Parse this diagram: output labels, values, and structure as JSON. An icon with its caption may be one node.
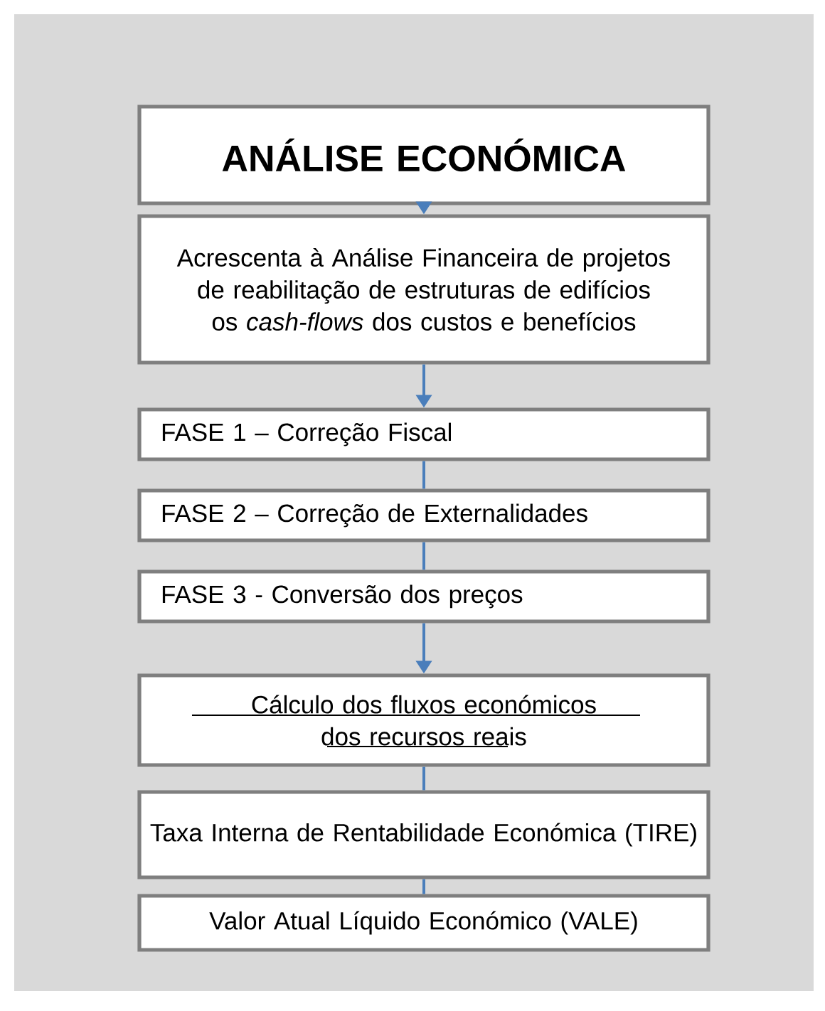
{
  "diagram": {
    "nodes": [
      {
        "text": [
          "ANÁLISE  ECONÓMICA"
        ]
      },
      {
        "text": [
          "Acrescenta à Análise Financeira de projetos de reabilitação de estruturas de edifícios os *cash-flows* dos custos e benefícios"
        ]
      },
      {
        "text": [
          "FASE 1 – Correção Fiscal"
        ]
      },
      {
        "text": [
          "FASE 2 – Correção de Externalidades"
        ]
      },
      {
        "text": [
          "FASE 3 - Conversão dos preços"
        ]
      },
      {
        "text": [
          "Cálculo dos fluxos económicos dos recursos reais"
        ]
      },
      {
        "text": [
          "Taxa Interna de Rentabilidade Económica (TIRE)"
        ]
      },
      {
        "text": [
          "Valor Atual Líquido Económico (VALE)"
        ]
      }
    ],
    "edges": [
      {
        "from": 0,
        "to": 1,
        "arrow": "to"
      },
      {
        "from": 1,
        "to": 2,
        "arrow": "to"
      },
      {
        "from": 2,
        "to": 3,
        "arrow": "none"
      },
      {
        "from": 3,
        "to": 4,
        "arrow": "none"
      },
      {
        "from": 4,
        "to": 5,
        "arrow": "to"
      },
      {
        "from": 5,
        "to": 6,
        "arrow": "none"
      },
      {
        "from": 6,
        "to": 7,
        "arrow": "none"
      }
    ]
  }
}
